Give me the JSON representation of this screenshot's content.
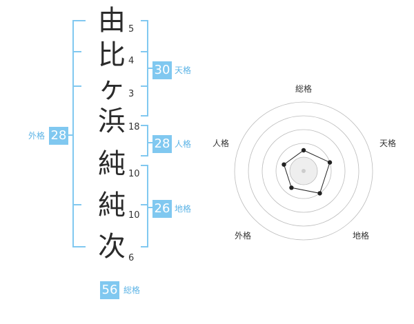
{
  "name_chars": [
    {
      "char": "由",
      "strokes": "5"
    },
    {
      "char": "比",
      "strokes": "4"
    },
    {
      "char": "ヶ",
      "strokes": "3"
    },
    {
      "char": "浜",
      "strokes": "18"
    },
    {
      "char": "純",
      "strokes": "10"
    },
    {
      "char": "純",
      "strokes": "10"
    },
    {
      "char": "次",
      "strokes": "6"
    }
  ],
  "scores": {
    "tenkaku": {
      "value": "30",
      "label": "天格"
    },
    "jinkaku": {
      "value": "28",
      "label": "人格"
    },
    "chikaku": {
      "value": "26",
      "label": "地格"
    },
    "gaikaku": {
      "value": "28",
      "label": "外格"
    },
    "soukaku": {
      "value": "56",
      "label": "総格"
    }
  },
  "radar": {
    "labels": {
      "top": "総格",
      "upper_right": "天格",
      "lower_right": "地格",
      "lower_left": "外格",
      "upper_left": "人格"
    },
    "levels": 5,
    "values": {
      "top": 1.5,
      "upper_right": 2.0,
      "lower_right": 2.0,
      "lower_left": 1.5,
      "upper_left": 1.5
    }
  },
  "colors": {
    "accent": "#80c8f0",
    "bracket": "#80c8f0",
    "accent_text": "#5db4e6",
    "grid": "#bbbbbb",
    "polygon_stroke": "#222222"
  }
}
